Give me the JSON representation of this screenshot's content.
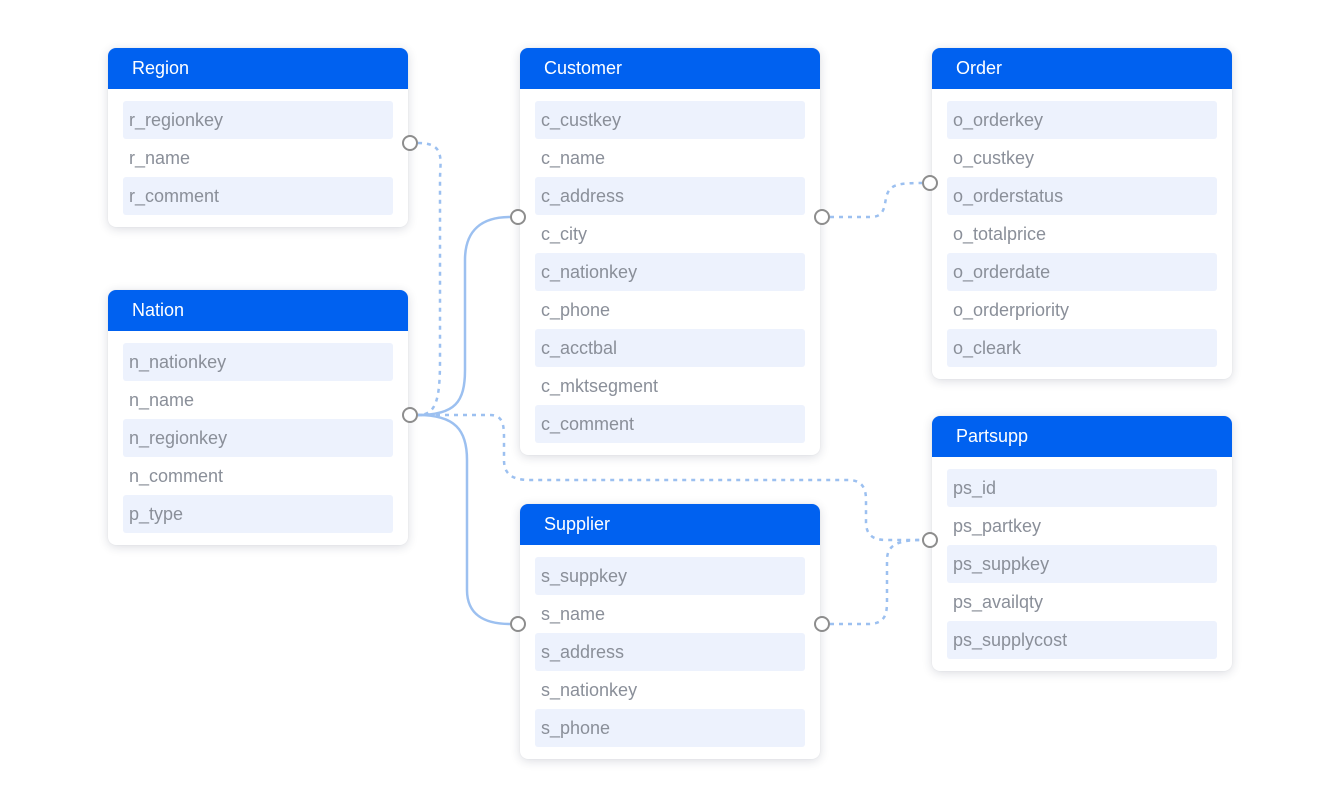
{
  "diagram": {
    "tables": [
      {
        "key": "region",
        "title": "Region",
        "fields": [
          "r_regionkey",
          "r_name",
          "r_comment"
        ]
      },
      {
        "key": "nation",
        "title": "Nation",
        "fields": [
          "n_nationkey",
          "n_name",
          "n_regionkey",
          "n_comment",
          "p_type"
        ]
      },
      {
        "key": "customer",
        "title": "Customer",
        "fields": [
          "c_custkey",
          "c_name",
          "c_address",
          "c_city",
          "c_nationkey",
          "c_phone",
          "c_acctbal",
          "c_mktsegment",
          "c_comment"
        ]
      },
      {
        "key": "supplier",
        "title": "Supplier",
        "fields": [
          "s_suppkey",
          "s_name",
          "s_address",
          "s_nationkey",
          "s_phone"
        ]
      },
      {
        "key": "order",
        "title": "Order",
        "fields": [
          "o_orderkey",
          "o_custkey",
          "o_orderstatus",
          "o_totalprice",
          "o_orderdate",
          "o_orderpriority",
          "o_cleark"
        ]
      },
      {
        "key": "partsupp",
        "title": "Partsupp",
        "fields": [
          "ps_id",
          "ps_partkey",
          "ps_suppkey",
          "ps_availqty",
          "ps_supplycost"
        ]
      }
    ],
    "connections": [
      {
        "from": "region",
        "to": "nation",
        "style": "dashed"
      },
      {
        "from": "nation",
        "to": "customer",
        "style": "solid"
      },
      {
        "from": "nation",
        "to": "supplier",
        "style": "solid"
      },
      {
        "from": "nation",
        "to": "partsupp",
        "style": "dashed"
      },
      {
        "from": "customer",
        "to": "order",
        "style": "dashed"
      },
      {
        "from": "supplier",
        "to": "partsupp",
        "style": "dashed"
      }
    ],
    "colors": {
      "header": "#0061f0",
      "header_text": "#ffffff",
      "field_text": "#8a8f99",
      "field_shade": "#edf2fd",
      "connector": "#9cc0f0",
      "port_border": "#8d8d8d"
    }
  }
}
